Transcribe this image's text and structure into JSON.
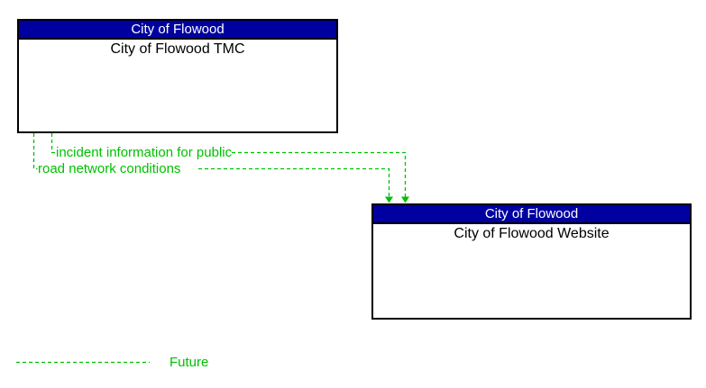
{
  "colors": {
    "background": "#FFFFFF",
    "element_header_bg": "#0000A0",
    "element_header_text": "#FFFFFF",
    "element_border": "#000000",
    "element_name_text": "#000000",
    "future_flow_green": "#00C000"
  },
  "elements": [
    {
      "owner": "City of Flowood",
      "name": "City of Flowood TMC"
    },
    {
      "owner": "City of Flowood",
      "name": "City of Flowood Website"
    }
  ],
  "flows": [
    {
      "label": "incident information for public",
      "status": "future",
      "from": "City of Flowood TMC",
      "to": "City of Flowood Website",
      "line_style": "dashed"
    },
    {
      "label": "road network conditions",
      "status": "future",
      "from": "City of Flowood TMC",
      "to": "City of Flowood Website",
      "line_style": "dashed"
    }
  ],
  "legend": {
    "items": [
      {
        "label": "Future",
        "line_style": "dashed"
      }
    ]
  }
}
